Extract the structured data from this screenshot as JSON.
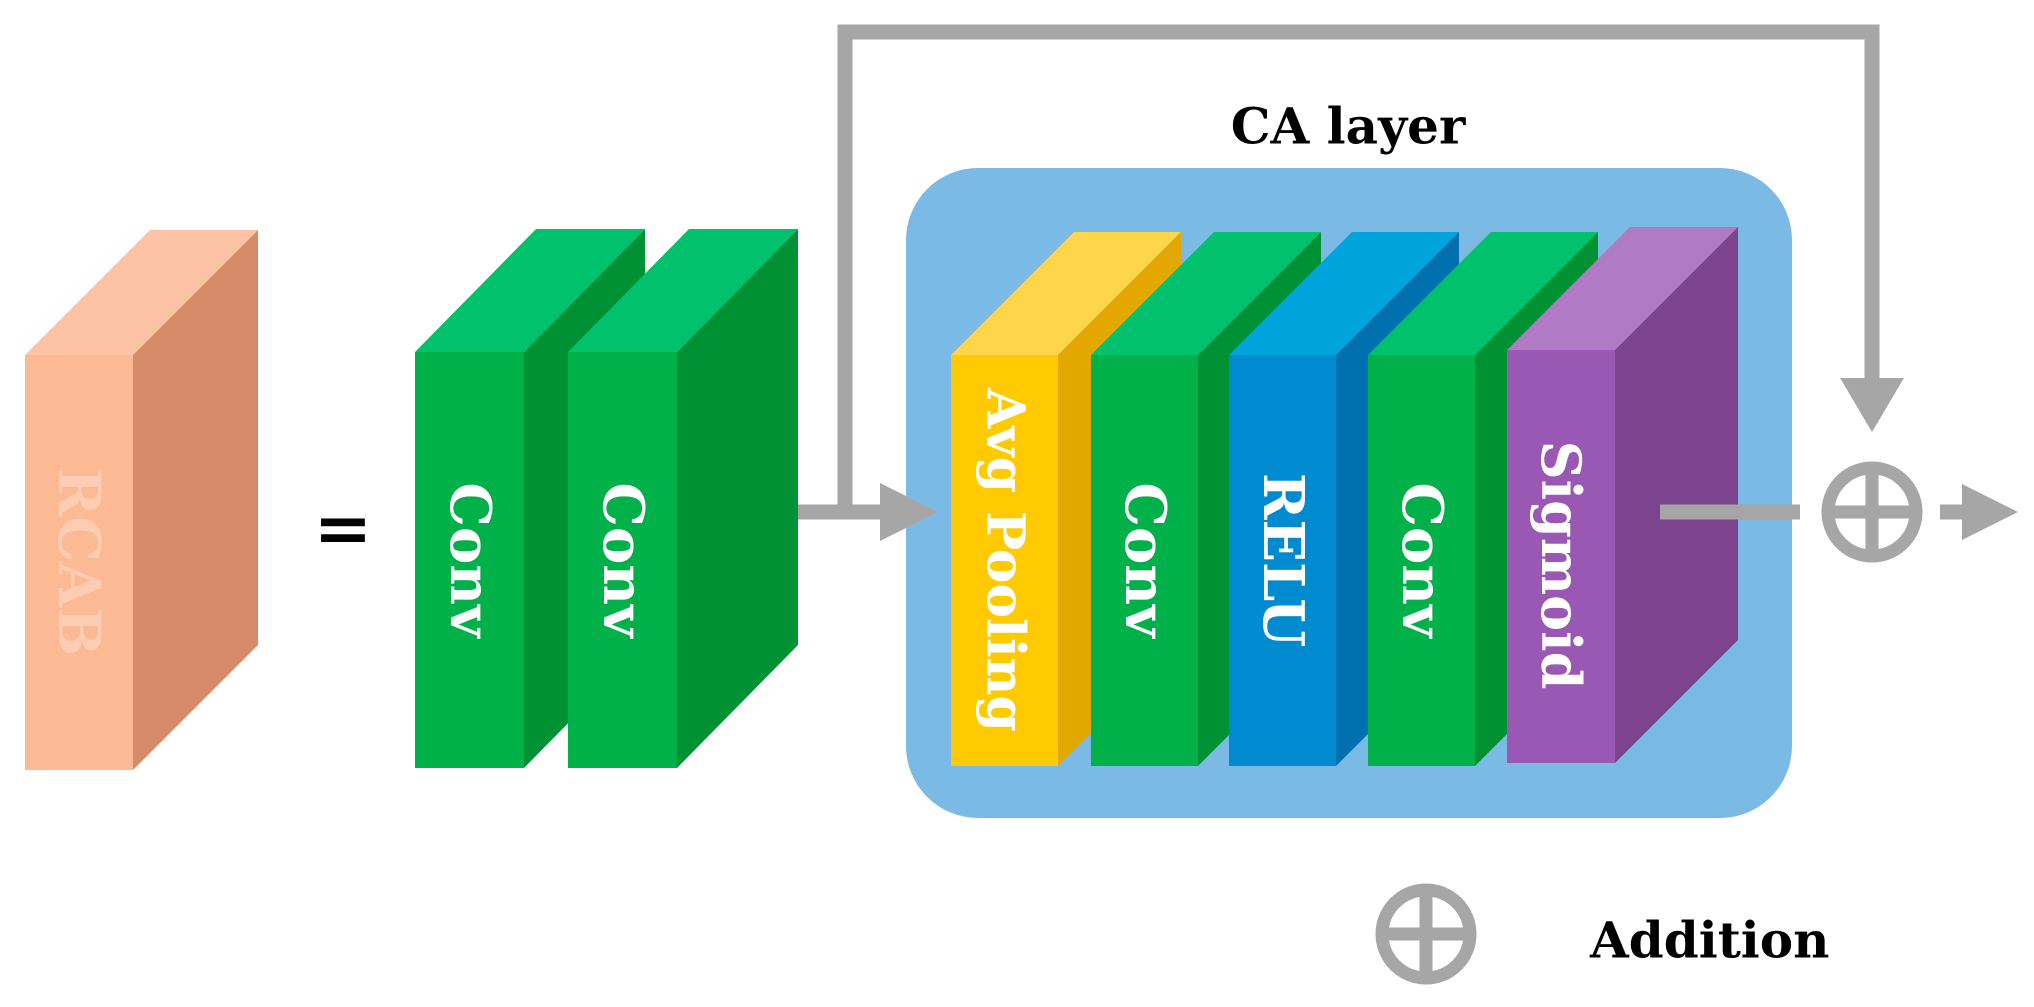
{
  "diagram": {
    "rcab_label": "RCAB",
    "equals": "=",
    "conv1_label": "Conv",
    "conv2_label": "Conv",
    "ca_layer_title": "CA layer",
    "avg_pool_label": "Avg Pooling",
    "ca_conv1_label": "Conv",
    "relu_label": "RELU",
    "ca_conv2_label": "Conv",
    "sigmoid_label": "Sigmoid",
    "legend_label": "Addition"
  },
  "colors": {
    "rcab_front": "#FBBA93",
    "rcab_side": "#D68C68",
    "rcab_top": "#FCC4A4",
    "rcab_text": "#FCCDB3",
    "green_front": "#00B14A",
    "green_side": "#009135",
    "green_top": "#00C16C",
    "yellow_front": "#FFCB00",
    "yellow_side": "#E2A800",
    "yellow_top": "#FFD54A",
    "blue_front": "#008ACF",
    "blue_side": "#0070AF",
    "blue_top": "#00A3DC",
    "purple_front": "#9958B4",
    "purple_side": "#7C448E",
    "purple_top": "#B07AC4",
    "ca_box": "#7ABAE4",
    "arrow_gray": "#A6A6A6",
    "text_white": "#FFFFFF",
    "text_black": "#000000"
  }
}
